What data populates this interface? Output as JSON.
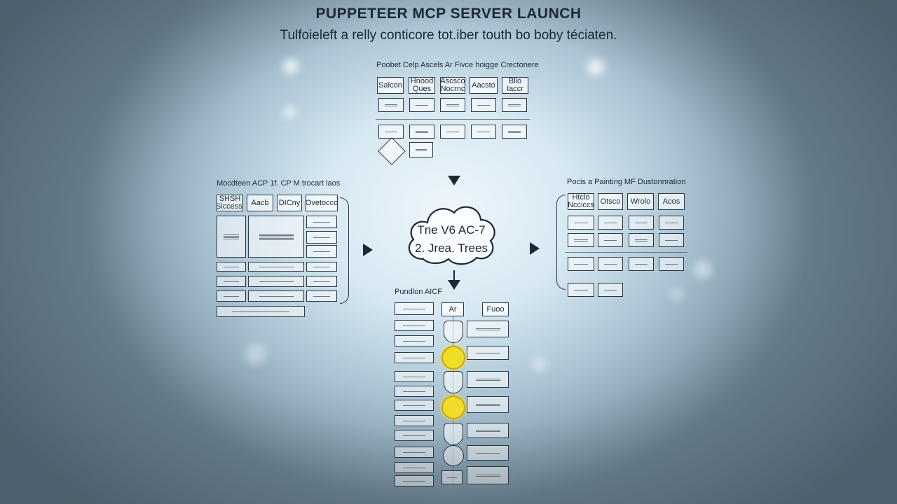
{
  "header": {
    "title": "PUPPETEER MCP SERVER LAUNCH",
    "subtitle": "Tulfoieleft a relly conticore tot.iber touth bo boby téciaten."
  },
  "top_section": {
    "title": "Poobet Celp Ascels Ar Fivce hoigge Crectonere",
    "row1": [
      "Salcon",
      "Hnood Ques",
      "Ascsco Nocrnc",
      "Aacsto",
      "Bllo Iaccr"
    ]
  },
  "left_section": {
    "title": "Mocdteen ACP 1f. CP M trocart laos",
    "row1": [
      "SHSH Siccessi",
      "Aacb",
      "DICny",
      "Ovetocco"
    ]
  },
  "cloud": {
    "line1": "Tne V6 AC-7",
    "line2": "2. Jrea. Trees"
  },
  "bottom_section": {
    "title": "Pundlon AICF",
    "col_headers": [
      "Ar",
      "Fuoo"
    ]
  },
  "right_section": {
    "title": "Pocis a Painting MF Dustonnration",
    "row1": [
      "Htclo Ncciccs",
      "Otsco",
      "Wrolo",
      "Acos"
    ]
  },
  "icons": {
    "arrow_left_to_center": "arrow-right-icon",
    "arrow_center_to_right": "arrow-right-icon",
    "arrow_top_to_center": "arrow-down-icon",
    "arrow_center_to_bottom": "arrow-down-icon",
    "cloud": "cloud-icon"
  }
}
